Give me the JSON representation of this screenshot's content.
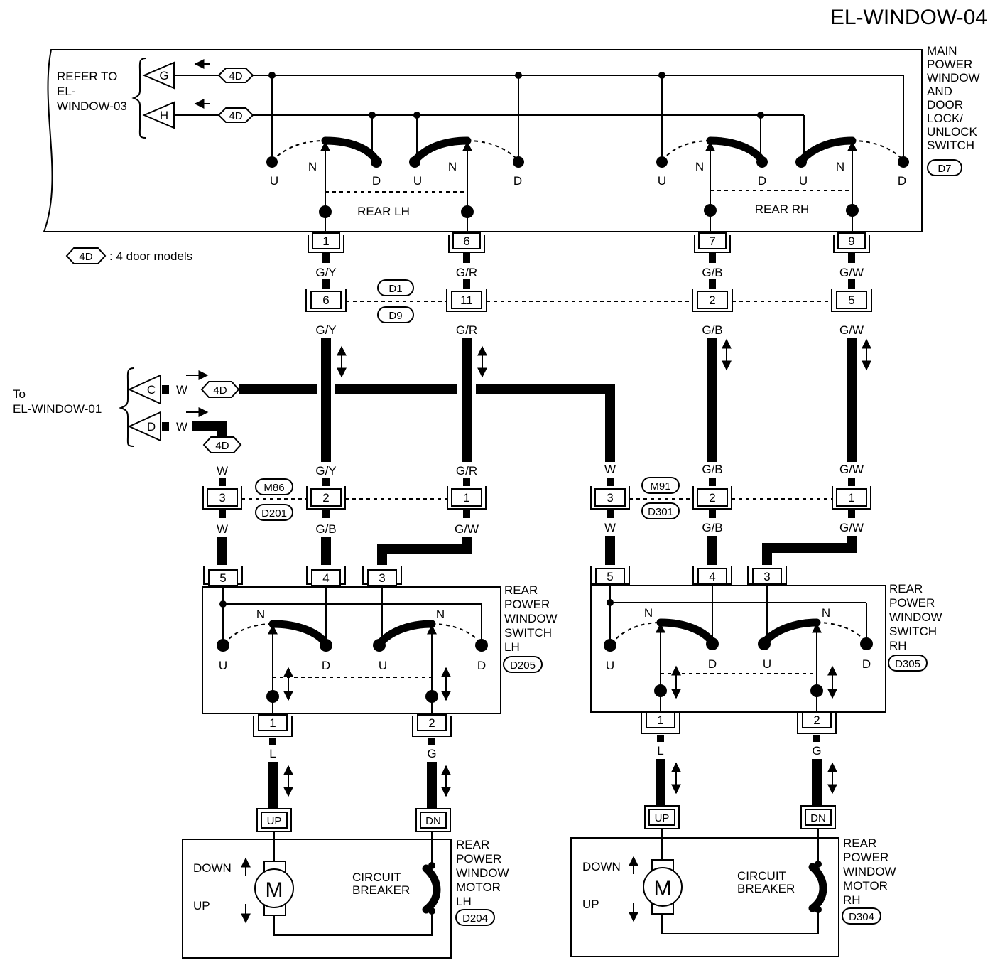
{
  "title": "EL-WINDOW-04",
  "main_switch": {
    "name_lines": [
      "MAIN",
      "POWER",
      "WINDOW",
      "AND",
      "DOOR",
      "LOCK/",
      "UNLOCK",
      "SWITCH"
    ],
    "connector": "D7",
    "rear_lh": "REAR LH",
    "rear_rh": "REAR RH",
    "pins": [
      "1",
      "6",
      "7",
      "9"
    ]
  },
  "refer_to": [
    "REFER TO",
    "EL-",
    "WINDOW-03"
  ],
  "refer_terminals": [
    "G",
    "H"
  ],
  "to_label": [
    "To",
    "EL-WINDOW-01"
  ],
  "to_terminals": [
    "C",
    "D"
  ],
  "option_code": "4D",
  "legend_text": ": 4 door models",
  "positions": {
    "up": "U",
    "neutral": "N",
    "down": "D"
  },
  "wires": {
    "gy": "G/Y",
    "gr": "G/R",
    "gb": "G/B",
    "gw": "G/W",
    "w": "W",
    "l": "L",
    "g": "G"
  },
  "connectors": {
    "d1": "D1",
    "d9": "D9",
    "m86": "M86",
    "d201": "D201",
    "m91": "M91",
    "d301": "D301"
  },
  "pins": {
    "p1": "1",
    "p2": "2",
    "p3": "3",
    "p4": "4",
    "p5": "5",
    "p6": "6",
    "p11": "11"
  },
  "switch_lh": {
    "name_lines": [
      "REAR",
      "POWER",
      "WINDOW",
      "SWITCH",
      "LH"
    ],
    "connector": "D205"
  },
  "switch_rh": {
    "name_lines": [
      "REAR",
      "POWER",
      "WINDOW",
      "SWITCH",
      "RH"
    ],
    "connector": "D305"
  },
  "motor_lh": {
    "name_lines": [
      "REAR",
      "POWER",
      "WINDOW",
      "MOTOR",
      "LH"
    ],
    "connector": "D204"
  },
  "motor_rh": {
    "name_lines": [
      "REAR",
      "POWER",
      "WINDOW",
      "MOTOR",
      "RH"
    ],
    "connector": "D304"
  },
  "motor": {
    "symbol": "M",
    "down": "DOWN",
    "up": "UP",
    "breaker_lines": [
      "CIRCUIT",
      "BREAKER"
    ],
    "up_terminal": "UP",
    "down_terminal": "DN"
  }
}
